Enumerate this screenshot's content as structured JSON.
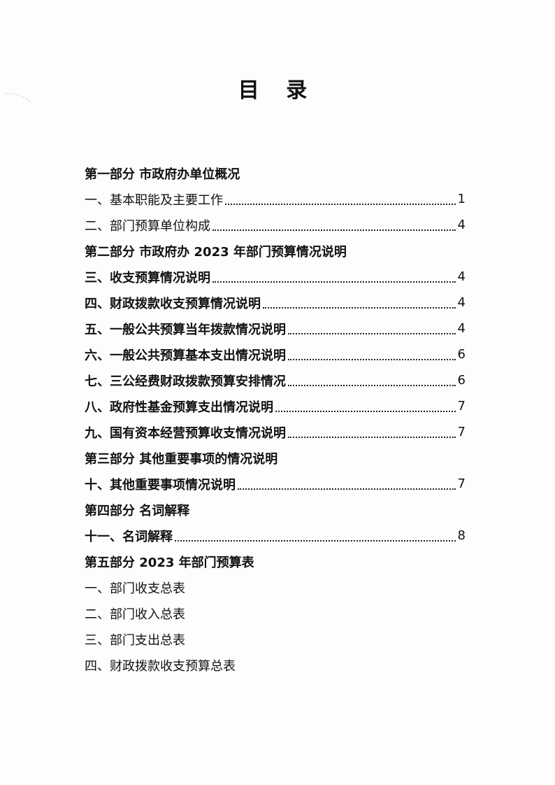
{
  "title": "目 录",
  "toc": [
    {
      "text": "第一部分  市政府办单位概况",
      "page": "",
      "style": "heading"
    },
    {
      "text": "一、基本职能及主要工作",
      "page": "1",
      "style": "entry"
    },
    {
      "text": "二、部门预算单位构成",
      "page": "4",
      "style": "entry"
    },
    {
      "text": "第二部分  市政府办 2023 年部门预算情况说明",
      "page": "",
      "style": "heading"
    },
    {
      "text": "三、收支预算情况说明",
      "page": "4",
      "style": "entry-bold"
    },
    {
      "text": "四、财政拨款收支预算情况说明",
      "page": "4",
      "style": "entry-bold"
    },
    {
      "text": "五、一般公共预算当年拨款情况说明",
      "page": "4",
      "style": "entry-bold"
    },
    {
      "text": "六、一般公共预算基本支出情况说明",
      "page": "6",
      "style": "entry-bold"
    },
    {
      "text": "七、三公经费财政拨款预算安排情况",
      "page": "6",
      "style": "entry-bold"
    },
    {
      "text": "八、政府性基金预算支出情况说明",
      "page": "7",
      "style": "entry-bold"
    },
    {
      "text": "九、国有资本经营预算收支情况说明",
      "page": "7",
      "style": "entry-bold"
    },
    {
      "text": "第三部分  其他重要事项的情况说明",
      "page": "",
      "style": "heading"
    },
    {
      "text": "十、其他重要事项情况说明",
      "page": "7",
      "style": "entry-bold"
    },
    {
      "text": "第四部分  名词解释",
      "page": "",
      "style": "heading"
    },
    {
      "text": "十一、名词解释",
      "page": "8",
      "style": "entry-bold"
    },
    {
      "text": "第五部分  2023 年部门预算表",
      "page": "",
      "style": "heading"
    },
    {
      "text": "一、部门收支总表",
      "page": "",
      "style": "plain"
    },
    {
      "text": "二、部门收入总表",
      "page": "",
      "style": "plain"
    },
    {
      "text": "三、部门支出总表",
      "page": "",
      "style": "plain"
    },
    {
      "text": "四、财政拨款收支预算总表",
      "page": "",
      "style": "plain"
    }
  ]
}
